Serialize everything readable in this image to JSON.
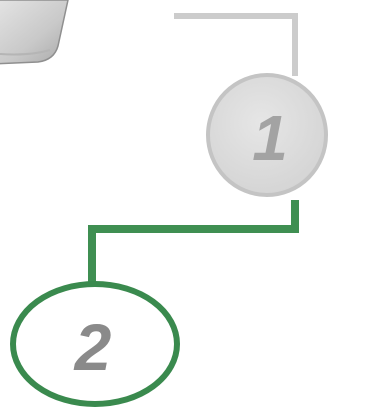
{
  "steps": [
    {
      "label": "1",
      "state": "inactive"
    },
    {
      "label": "2",
      "state": "active"
    }
  ],
  "colors": {
    "background": "#ffffff",
    "inactive_fill": "#dcdcdc",
    "inactive_stroke": "#c4c4c4",
    "inactive_text": "#a3a3a3",
    "inactive_connector": "#cccccc",
    "active_stroke": "#3a8a4e",
    "active_connector": "#3f8f52",
    "active_text": "#8a8a8a",
    "active_fill": "#ffffff",
    "device_fill": "#cfcfcf",
    "device_edge": "#9c9c9c"
  }
}
